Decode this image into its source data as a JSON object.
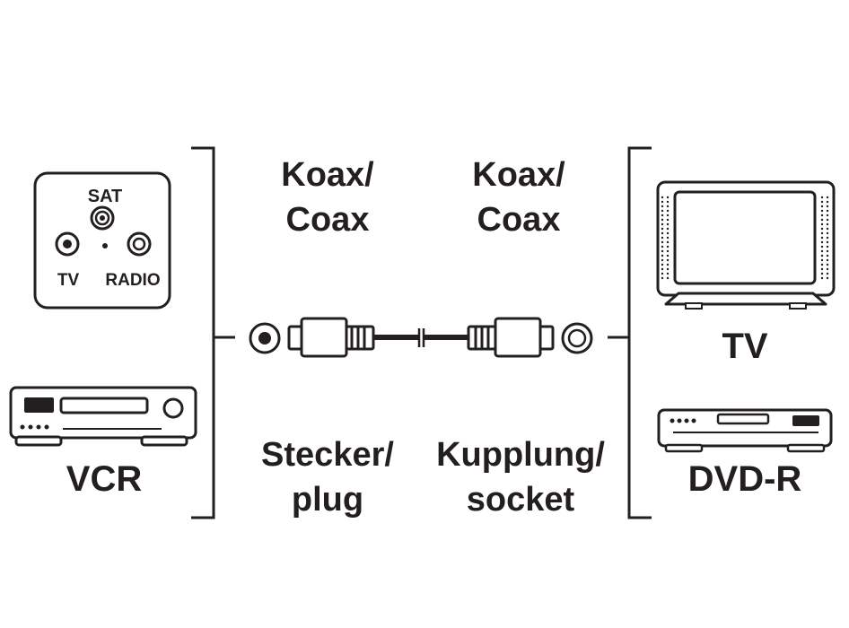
{
  "colors": {
    "ink": "#231f20",
    "background": "#ffffff"
  },
  "left_devices": {
    "wall_socket": {
      "icon": "sat-tv-radio-wall-socket-icon",
      "label_sat": "SAT",
      "label_tv": "TV",
      "label_radio": "RADIO"
    },
    "vcr": {
      "icon": "vcr-icon",
      "label": "VCR"
    }
  },
  "cable": {
    "icon": "coax-cable-icon",
    "left_top_label_line1": "Koax/",
    "left_top_label_line2": "Coax",
    "right_top_label_line1": "Koax/",
    "right_top_label_line2": "Coax",
    "left_bottom_label_line1": "Stecker/",
    "left_bottom_label_line2": "plug",
    "right_bottom_label_line1": "Kupplung/",
    "right_bottom_label_line2": "socket"
  },
  "right_devices": {
    "tv": {
      "icon": "tv-icon",
      "label": "TV"
    },
    "dvd": {
      "icon": "dvd-recorder-icon",
      "label": "DVD-R"
    }
  }
}
